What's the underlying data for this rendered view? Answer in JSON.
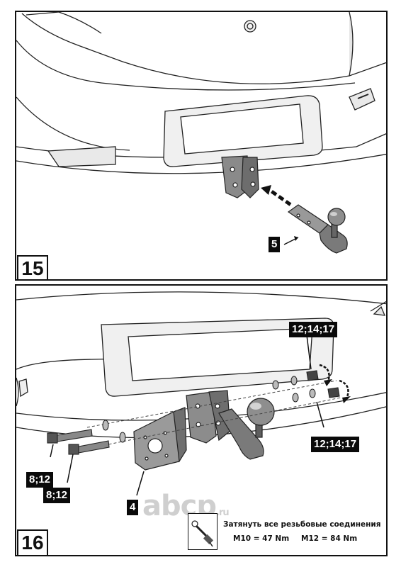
{
  "steps": [
    {
      "number": "15",
      "part_label": "5"
    },
    {
      "number": "16",
      "part_label": "4"
    }
  ],
  "wrench_labels": {
    "nuts_top": "12;14;17",
    "nuts_bottom": "12;14;17",
    "bolt_top": "8;12",
    "bolt_bottom": "8;12"
  },
  "torque_note": {
    "title": "Затянуть все резьбовые соединения",
    "m10": "M10 = 47 Nm",
    "m12": "M12 = 84 Nm"
  },
  "watermark": {
    "text": "abcp",
    "suffix": ".ru"
  }
}
